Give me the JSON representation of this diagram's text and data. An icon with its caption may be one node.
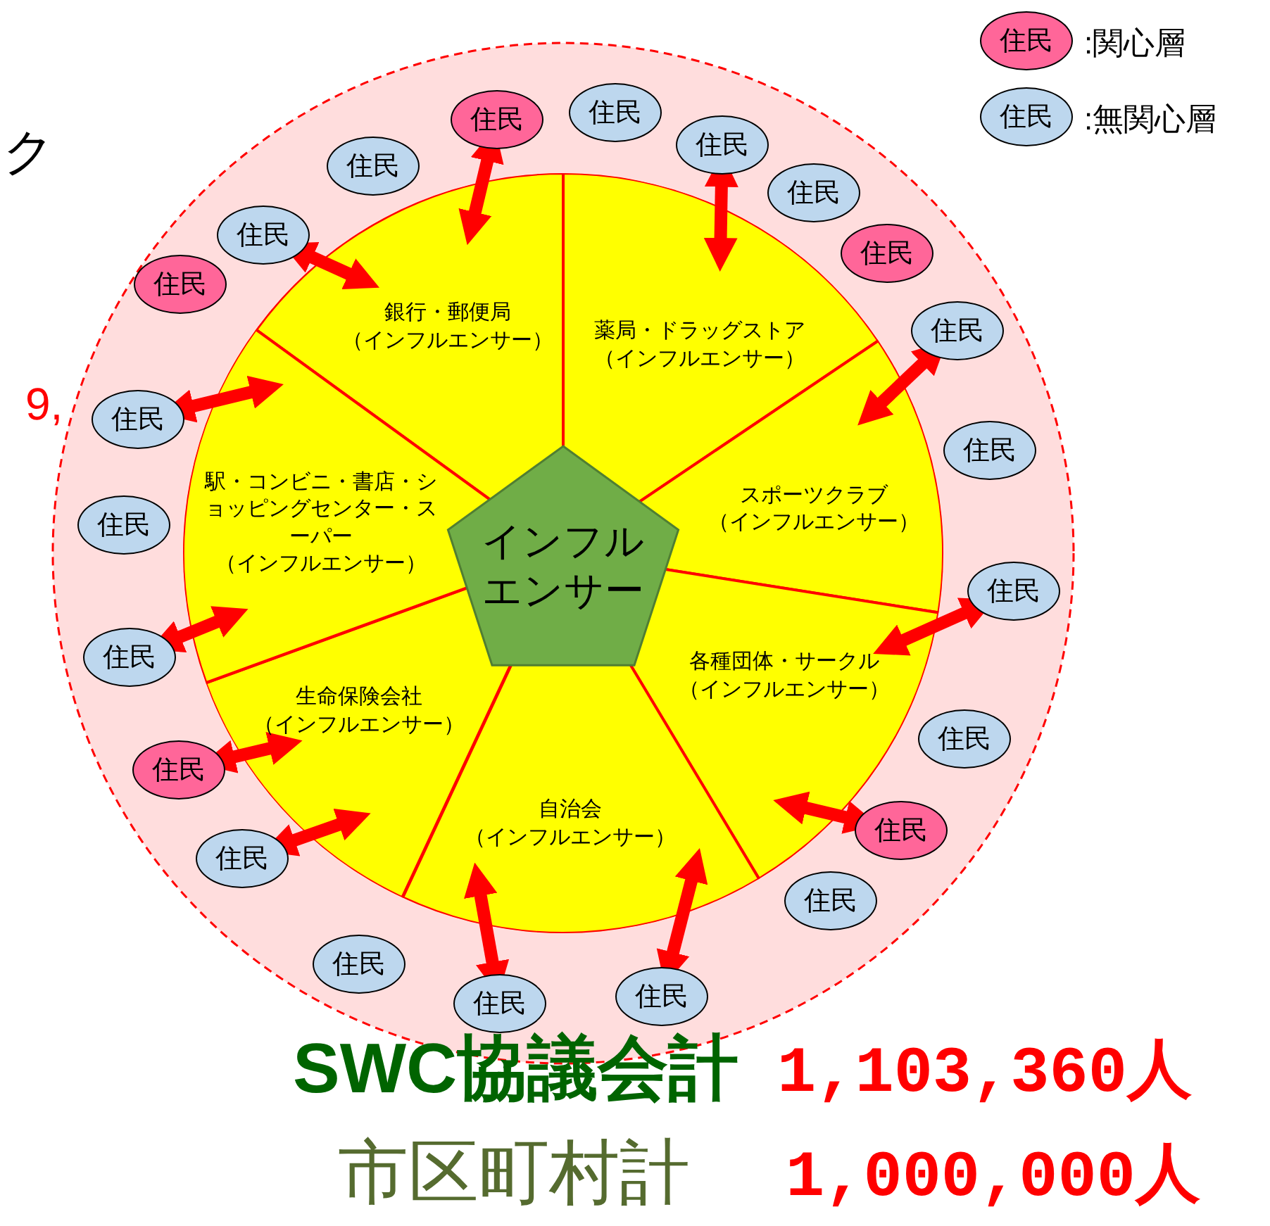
{
  "diagram": {
    "nodes": [
      {
        "text": [],
        "shape": "circle"
      },
      {
        "text": [],
        "shape": "circle",
        "in": 0
      },
      {
        "text": [
          "インフルエンサー"
        ],
        "in": 1
      },
      {
        "text": [
          "銀行・郵便局",
          "（インフルエンサー）"
        ],
        "in": 1
      },
      {
        "text": [
          "薬局・ドラッグストア",
          "（インフルエンサー）"
        ],
        "in": 1
      },
      {
        "text": [
          "スポーツクラブ",
          "（インフルエンサー）"
        ],
        "in": 1
      },
      {
        "text": [
          "各種団体・サークル",
          "（インフルエンサー）"
        ],
        "in": 1
      },
      {
        "text": [
          "自治会",
          "（インフルエンサー）"
        ],
        "in": 1
      },
      {
        "text": [
          "生命保険会社",
          "（インフルエンサー）"
        ],
        "in": 1
      },
      {
        "text": [
          "駅・コンビニ・書店・ショッピングセンター・スーパー",
          "（インフルエンサー）"
        ],
        "in": 1
      },
      {
        "text": [
          "住民"
        ],
        "in": 0
      },
      {
        "text": [
          "住民"
        ],
        "in": 0
      },
      {
        "text": [
          "住民"
        ],
        "in": 0
      },
      {
        "text": [
          "住民"
        ],
        "in": 0
      },
      {
        "text": [
          "住民"
        ],
        "in": 0
      },
      {
        "text": [
          "住民"
        ],
        "in": 0
      },
      {
        "text": [
          "住民"
        ],
        "in": 0
      },
      {
        "text": [
          "住民"
        ],
        "in": 0
      },
      {
        "text": [
          "住民"
        ],
        "in": 0
      },
      {
        "text": [
          "住民"
        ],
        "in": 0
      },
      {
        "text": [
          "住民"
        ],
        "in": 0
      },
      {
        "text": [
          "住民"
        ],
        "in": 0
      },
      {
        "text": [
          "住民"
        ],
        "in": 0
      },
      {
        "text": [
          "住民"
        ],
        "in": 0
      },
      {
        "text": [
          "住民"
        ],
        "in": 0
      },
      {
        "text": [
          "住民"
        ],
        "in": 0
      },
      {
        "text": [
          "住民"
        ],
        "in": 0
      },
      {
        "text": [
          "住民"
        ],
        "in": 0
      },
      {
        "text": [
          "住民"
        ],
        "in": 0
      },
      {
        "text": [
          "住民"
        ],
        "in": 0
      },
      {
        "text": [
          "住民"
        ],
        "in": 0
      },
      {
        "text": [
          "住民"
        ],
        "in": 0
      }
    ],
    "edges": [
      {
        "from": 3,
        "to": 10,
        "arrow": "both"
      },
      {
        "from": 3,
        "to": 30,
        "arrow": "both"
      },
      {
        "from": 9,
        "to": 28,
        "arrow": "both"
      },
      {
        "from": 9,
        "to": 26,
        "arrow": "both"
      },
      {
        "from": 8,
        "to": 25,
        "arrow": "both"
      },
      {
        "from": 8,
        "to": 24,
        "arrow": "both"
      },
      {
        "from": 7,
        "to": 22,
        "arrow": "both"
      },
      {
        "from": 7,
        "to": 21,
        "arrow": "both"
      },
      {
        "from": 6,
        "to": 19,
        "arrow": "both"
      },
      {
        "from": 6,
        "to": 17,
        "arrow": "both"
      },
      {
        "from": 5,
        "to": 15,
        "arrow": "both"
      },
      {
        "from": 4,
        "to": 12,
        "arrow": "both"
      }
    ],
    "labels": [
      "住民",
      "住民",
      "ク",
      "9,",
      "SWC協議会計",
      "1,103,360人",
      "市区町村計",
      "1,000,000人"
    ],
    "legend": [
      {
        "text": ":関心層",
        "color": "#ff6699"
      },
      {
        "text": ":無関心層",
        "color": "#bdd7ee"
      }
    ]
  }
}
